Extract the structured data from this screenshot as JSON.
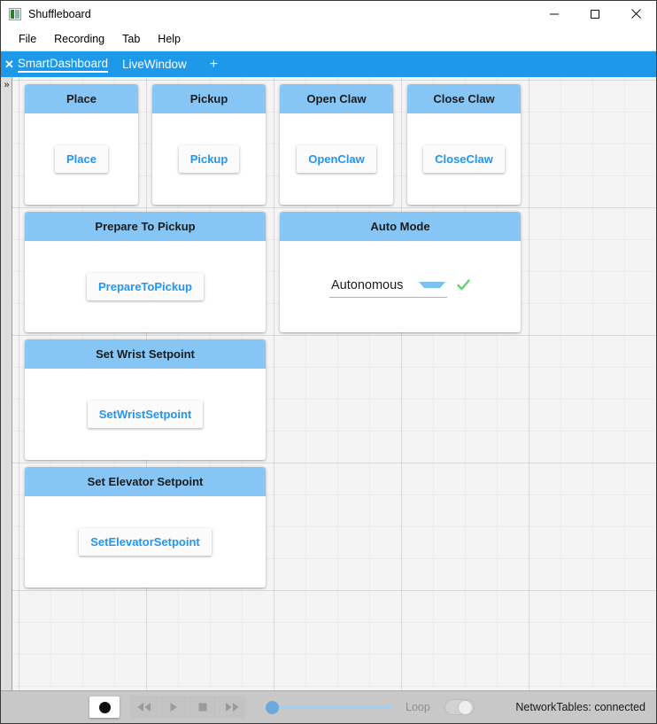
{
  "window": {
    "title": "Shuffleboard",
    "app_icon": "app-icon",
    "controls": {
      "minimize": "minimize-icon",
      "maximize": "maximize-icon",
      "close": "close-icon"
    }
  },
  "menubar": {
    "items": [
      {
        "label": "File"
      },
      {
        "label": "Recording"
      },
      {
        "label": "Tab"
      },
      {
        "label": "Help"
      }
    ]
  },
  "tabbar": {
    "close_glyph": "✕",
    "add_glyph": "+",
    "tabs": [
      {
        "label": "SmartDashboard",
        "active": true,
        "closable": true
      },
      {
        "label": "LiveWindow",
        "active": false,
        "closable": false
      }
    ]
  },
  "left_rail": {
    "expand_glyph": "»"
  },
  "canvas": {
    "accent_header": "#87c6f4",
    "button_text_color": "#2196f3",
    "widgets": [
      {
        "title": "Place",
        "type": "command",
        "button_label": "Place"
      },
      {
        "title": "Pickup",
        "type": "command",
        "button_label": "Pickup"
      },
      {
        "title": "Open Claw",
        "type": "command",
        "button_label": "OpenClaw"
      },
      {
        "title": "Close Claw",
        "type": "command",
        "button_label": "CloseClaw"
      },
      {
        "title": "Prepare To Pickup",
        "type": "command",
        "button_label": "PrepareToPickup"
      },
      {
        "title": "Auto Mode",
        "type": "chooser",
        "selected": "Autonomous",
        "confirmed": true,
        "check_color": "#5fd46b"
      },
      {
        "title": "Set Wrist Setpoint",
        "type": "command",
        "button_label": "SetWristSetpoint"
      },
      {
        "title": "Set Elevator Setpoint",
        "type": "command",
        "button_label": "SetElevatorSetpoint"
      }
    ]
  },
  "toolbar": {
    "record_label": "record-button",
    "transport": [
      {
        "name": "rewind",
        "glyph": "rewind-icon"
      },
      {
        "name": "play",
        "glyph": "play-icon"
      },
      {
        "name": "stop",
        "glyph": "stop-icon"
      },
      {
        "name": "fast-forward",
        "glyph": "fast-forward-icon"
      }
    ],
    "slider_value": 0,
    "loop_label": "Loop",
    "loop_enabled": false,
    "status": "NetworkTables: connected"
  }
}
